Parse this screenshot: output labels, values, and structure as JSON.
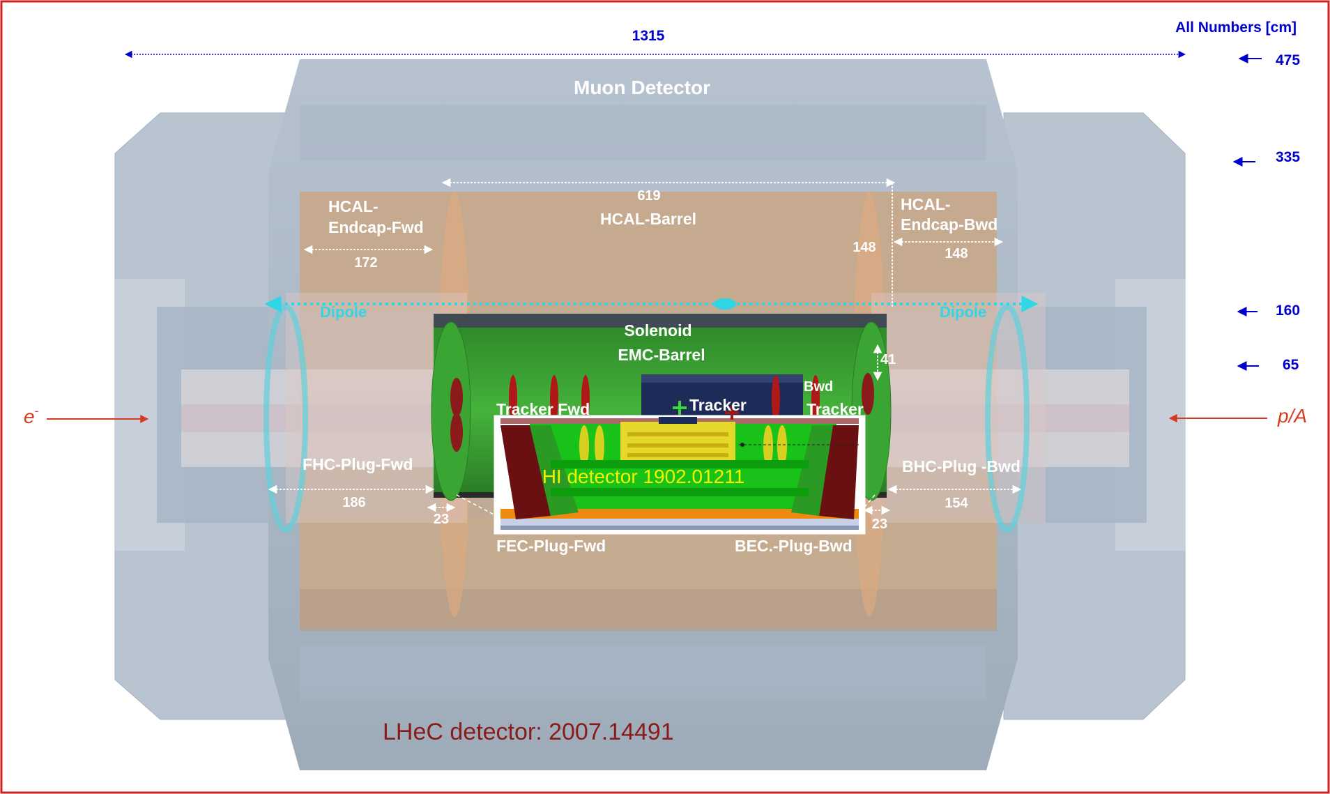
{
  "diagram": {
    "units_note": "All Numbers [cm]",
    "total_length": "1315",
    "radial_marks": [
      "475",
      "335",
      "160",
      "65"
    ],
    "labels": {
      "muon": "Muon Detector",
      "hcal_fwd_1": "HCAL-",
      "hcal_fwd_2": "Endcap-Fwd",
      "hcal_bwd_1": "HCAL-",
      "hcal_bwd_2": "Endcap-Bwd",
      "hcal_barrel": "HCAL-Barrel",
      "dipole_left": "Dipole",
      "dipole_right": "Dipole",
      "solenoid": "Solenoid",
      "emc_barrel": "EMC-Barrel",
      "bwd": "Bwd",
      "tracker": "Tracker",
      "tracker_fwd": "Tracker Fwd",
      "tracker_bwd": "Tracker",
      "fhc": "FHC-Plug-Fwd",
      "bhc": "BHC-Plug -Bwd",
      "fec": "FEC-Plug-Fwd",
      "bec": "BEC.-Plug-Bwd",
      "electron": "e",
      "electron_sup": "-",
      "proton": "p/A"
    },
    "dimensions": {
      "hcal_barrel_len": "619",
      "hcal_fwd_len": "172",
      "hcal_bwd_len": "148",
      "hcal_bwd_radial": "148",
      "emc_thickness": "41",
      "fhc_len": "186",
      "bhc_len": "154",
      "fec_len": "23",
      "bec_len": "23"
    },
    "inset_caption": "HI detector 1902.01211",
    "main_caption": "LHeC detector: 2007.14491",
    "colors": {
      "border": "#cc2222",
      "dimension_blue": "#0000cc",
      "dipole_cyan": "#2fd6e6",
      "caption_red": "#8b1a1a",
      "beam_red": "#d83a20",
      "inset_text": "#f2f200"
    }
  }
}
